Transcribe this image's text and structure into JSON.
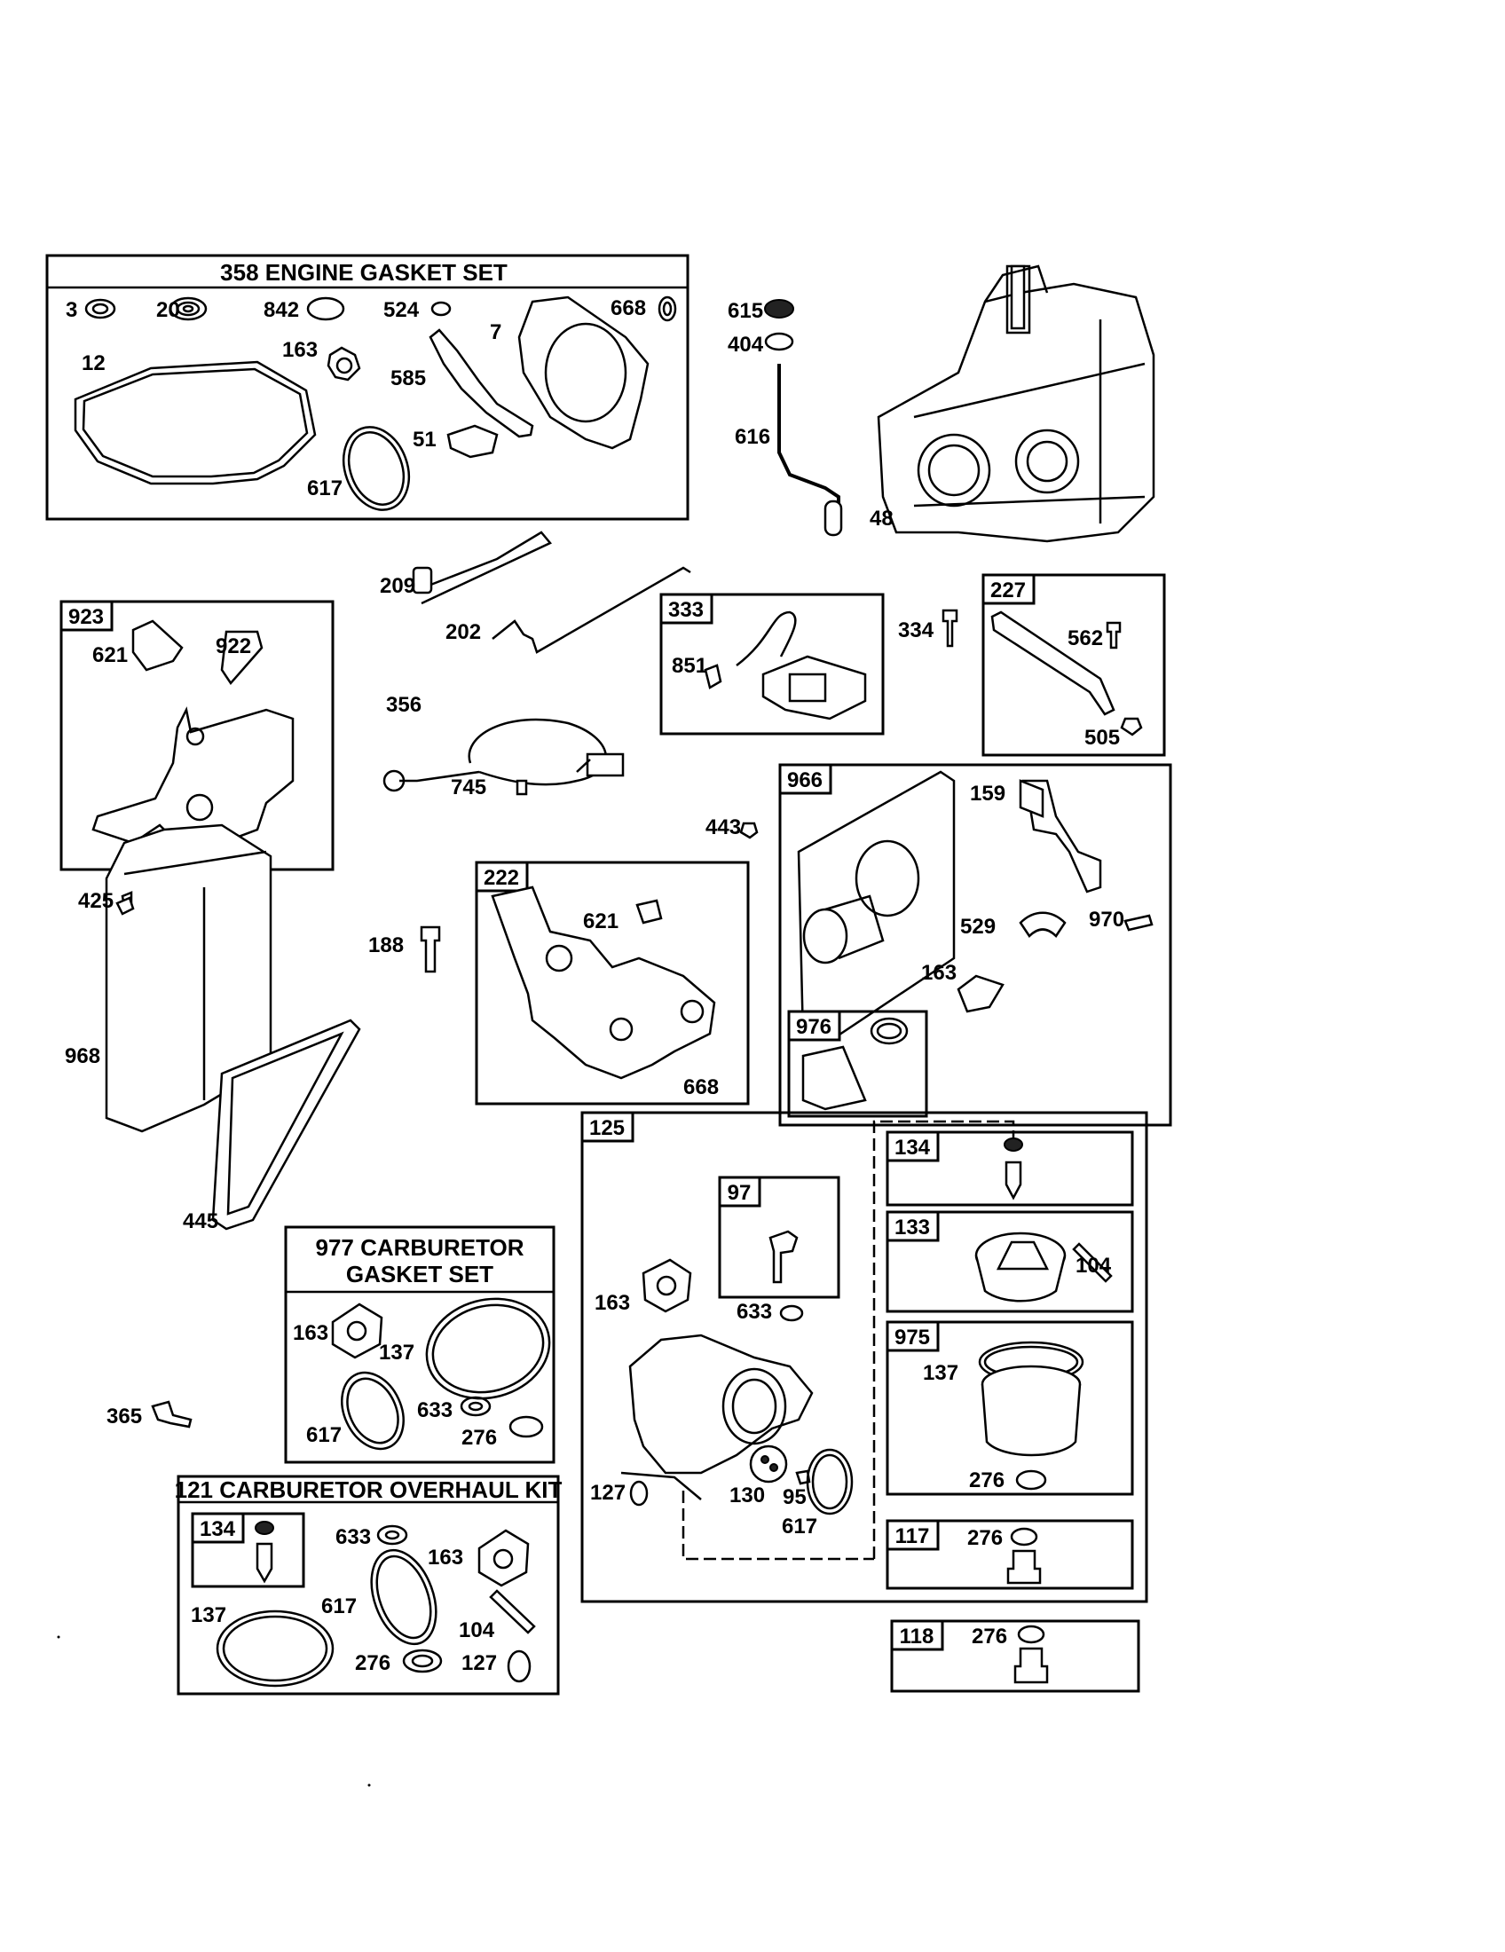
{
  "sections": {
    "engine_gasket_set": {
      "title": "358 ENGINE GASKET SET"
    },
    "carb_gasket_set": {
      "title_line1": "977 CARBURETOR",
      "title_line2": "GASKET SET"
    },
    "carb_overhaul_kit": {
      "title": "121 CARBURETOR OVERHAUL KIT"
    }
  },
  "kit_tags": {
    "k923": "923",
    "k333": "333",
    "k227": "227",
    "k966": "966",
    "k976": "976",
    "k222": "222",
    "k125": "125",
    "k97": "97",
    "k134": "134",
    "k133": "133",
    "k975": "975",
    "k117": "117",
    "k118": "118",
    "k134b": "134"
  },
  "labels": {
    "p3": "3",
    "p20": "20",
    "p842": "842",
    "p524": "524",
    "p668a": "668",
    "p7": "7",
    "p12": "12",
    "p163a": "163",
    "p585": "585",
    "p51": "51",
    "p617a": "617",
    "p615": "615",
    "p404": "404",
    "p616": "616",
    "p48": "48",
    "p209": "209",
    "p202": "202",
    "p356": "356",
    "p745": "745",
    "p621a": "621",
    "p922": "922",
    "p851": "851",
    "p334": "334",
    "p562": "562",
    "p505": "505",
    "p443": "443",
    "p159": "159",
    "p529": "529",
    "p970": "970",
    "p163b": "163",
    "p425": "425",
    "p188": "188",
    "p621b": "621",
    "p668b": "668",
    "p968": "968",
    "p445": "445",
    "p163c": "163",
    "p137a": "137",
    "p617b": "617",
    "p633a": "633",
    "p276a": "276",
    "p365": "365",
    "p163d": "163",
    "p633b": "633",
    "p127a": "127",
    "p130": "130",
    "p95": "95",
    "p617c": "617",
    "p104a": "104",
    "p137b": "137",
    "p276b": "276",
    "p276c": "276",
    "p276d": "276",
    "p633c": "633",
    "p163e": "163",
    "p137c": "137",
    "p617d": "617",
    "p104b": "104",
    "p276e": "276",
    "p127b": "127"
  }
}
